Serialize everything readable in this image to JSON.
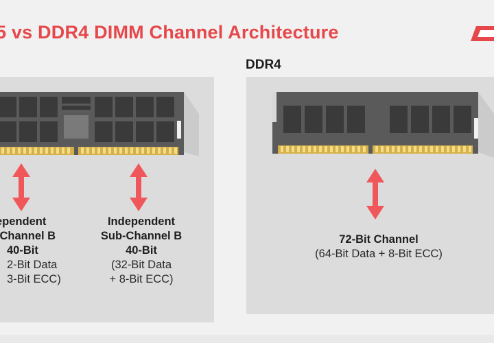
{
  "header": {
    "title": "5 vs DDR4 DIMM Channel Architecture"
  },
  "right_panel": {
    "section_label": "DDR4",
    "channel_title": "72-Bit Channel",
    "channel_detail": "(64-Bit Data + 8-Bit ECC)"
  },
  "left_panel": {
    "sub_a": {
      "line1": "ependent",
      "line2": "-Channel B",
      "line3": "40-Bit",
      "line4": "2-Bit Data",
      "line5": "3-Bit ECC)"
    },
    "sub_b": {
      "line1": "Independent",
      "line2": "Sub-Channel B",
      "line3": "40-Bit",
      "line4": "(32-Bit Data",
      "line5": "+ 8-Bit ECC)"
    }
  },
  "colors": {
    "accent": "#e6474a",
    "arrow": "#f0575a",
    "dimm_body": "#595959",
    "dimm_chip": "#3a3a3a",
    "gold_pins": "#e8c45a",
    "panel_bg": "#dcdcdc"
  }
}
